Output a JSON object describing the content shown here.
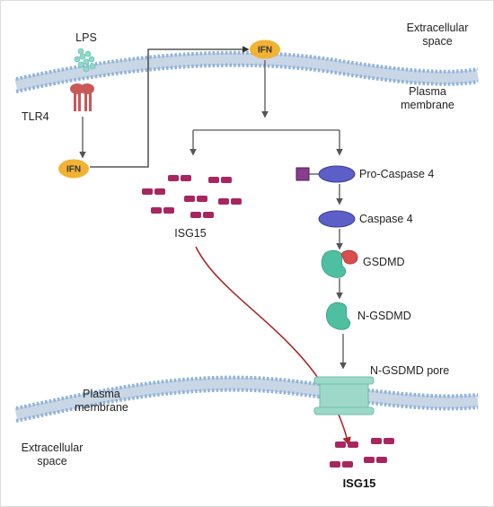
{
  "labels": {
    "extracellular_top": [
      "Extracellular",
      "space"
    ],
    "plasma_top": [
      "Plasma",
      "membrane"
    ],
    "lps": "LPS",
    "tlr4": "TLR4",
    "ifn_left": "IFN",
    "ifn_top": "IFN",
    "isg15_cyto": "ISG15",
    "pro_caspase4": "Pro-Caspase 4",
    "caspase4": "Caspase 4",
    "gsdmd": "GSDMD",
    "n_gsdmd": "N-GSDMD",
    "n_gsdmd_pore": "N-GSDMD pore",
    "plasma_bottom": [
      "Plasma",
      "membrane"
    ],
    "extracellular_bottom": [
      "Extracellular",
      "space"
    ],
    "isg15_secreted": "ISG15"
  },
  "colors": {
    "background": "#ffffff",
    "membrane_head": "#8fb3d9",
    "membrane_tail": "#b9c9db",
    "ifn_fill": "#f2b233",
    "isg15_fill": "#a8265f",
    "caspase_fill": "#5b5fc7",
    "prodomain_fill": "#8a3c8f",
    "gsdmd_fill": "#4fbfa1",
    "gsdmd_cterm": "#d94d4d",
    "tlr4_fill": "#c95858",
    "lps_fill": "#8fd9cc",
    "pore_fill": "#9ed8c8",
    "arrow_gray": "#555555",
    "arrow_red": "#a82828"
  }
}
